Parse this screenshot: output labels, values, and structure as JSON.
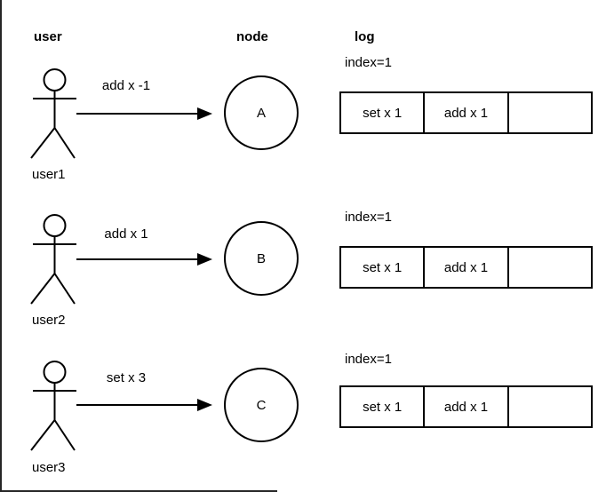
{
  "columns": {
    "user": "user",
    "node": "node",
    "log": "log"
  },
  "rows": [
    {
      "user_label": "user1",
      "message": "add x -1",
      "node_label": "A",
      "log": {
        "index_label": "index=1",
        "cells": [
          "set x 1",
          "add x 1",
          ""
        ]
      }
    },
    {
      "user_label": "user2",
      "message": "add x 1",
      "node_label": "B",
      "log": {
        "index_label": "index=1",
        "cells": [
          "set x 1",
          "add x 1",
          ""
        ]
      }
    },
    {
      "user_label": "user3",
      "message": "set x 3",
      "node_label": "C",
      "log": {
        "index_label": "index=1",
        "cells": [
          "set x 1",
          "add x 1",
          ""
        ]
      }
    }
  ],
  "colors": {
    "stroke": "#000000",
    "frame": "#262626",
    "background": "#ffffff"
  }
}
